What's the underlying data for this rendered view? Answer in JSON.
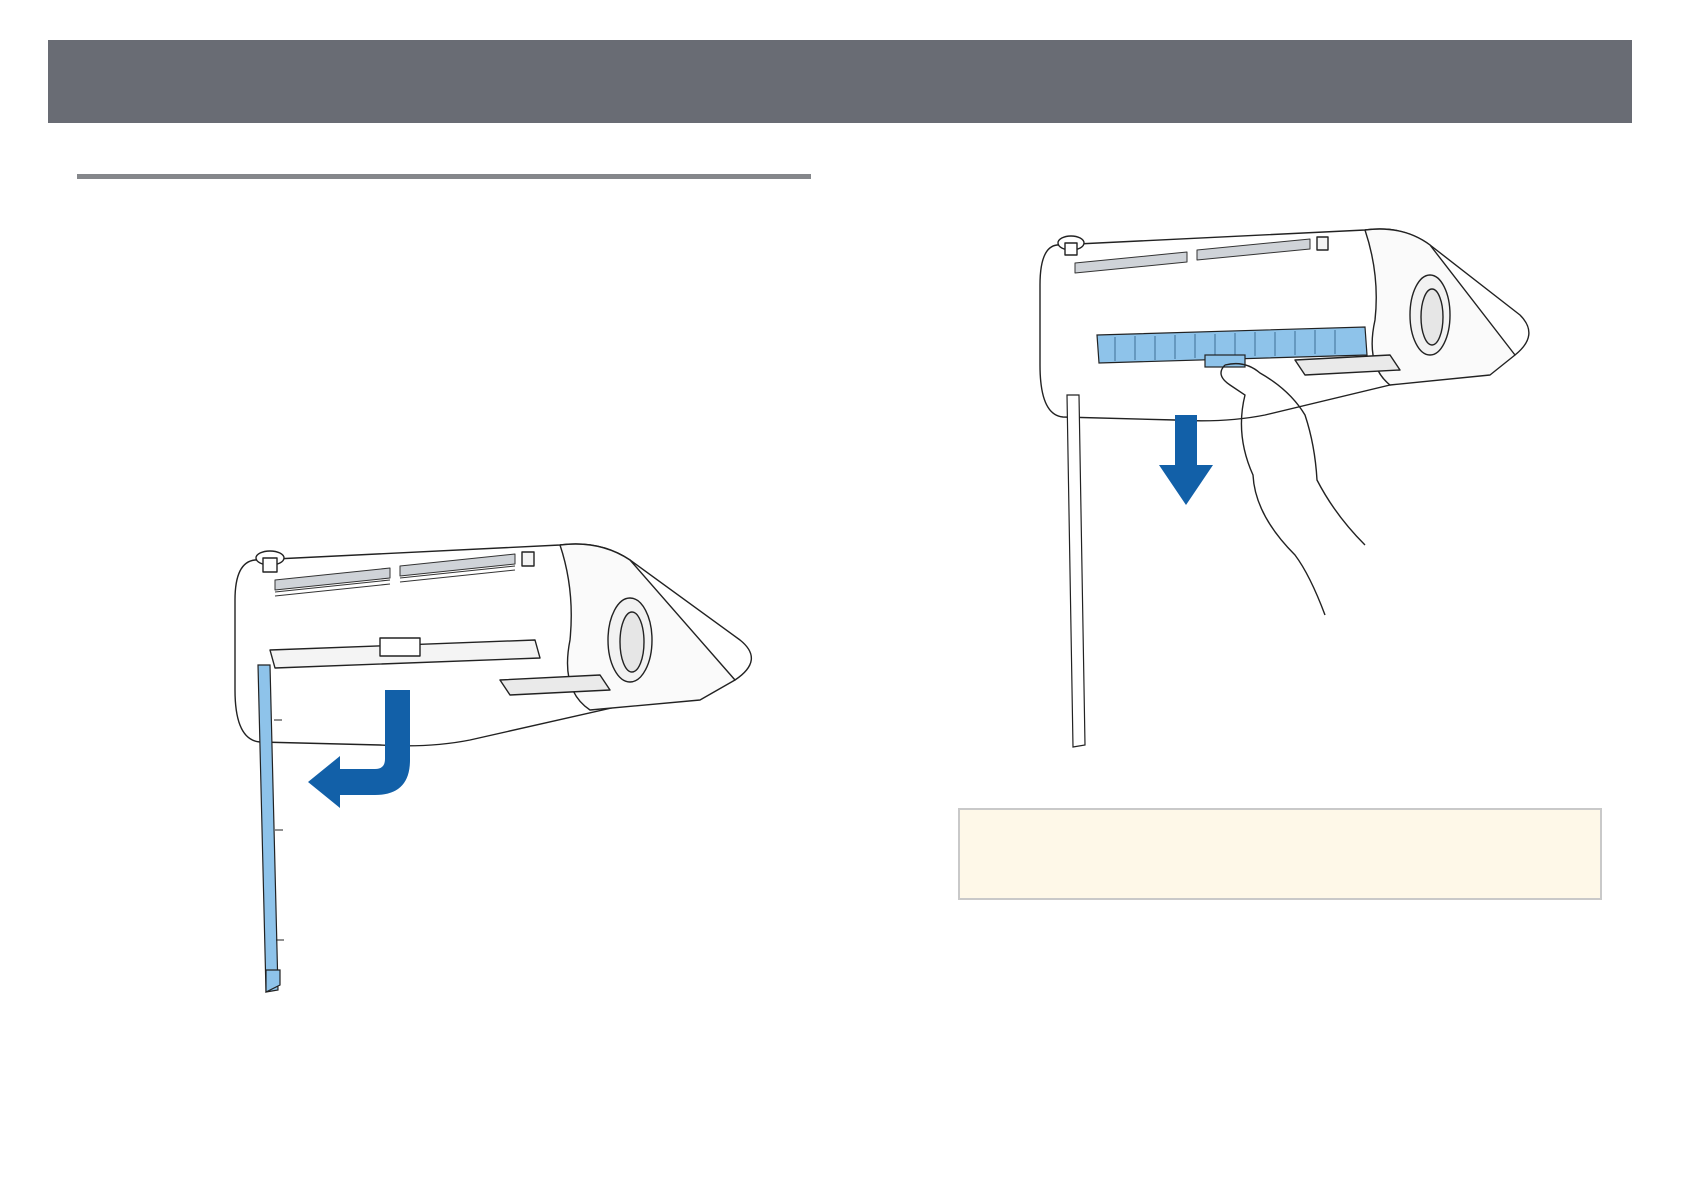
{
  "colors": {
    "header": "#696c74",
    "rule": "#85878b",
    "note_background": "#fef8e8",
    "note_border": "#c9c9c9",
    "highlight_part": "#8ec3ea",
    "arrow": "#1260a8"
  },
  "illustrations": [
    {
      "name": "remove-air-filter-cover",
      "icons": [
        "projector-underside",
        "filter-cover-part",
        "curved-arrow"
      ]
    },
    {
      "name": "pull-out-air-filter",
      "icons": [
        "projector-underside",
        "air-filter-part",
        "hand",
        "down-arrow"
      ]
    }
  ],
  "note": {
    "icon": "none",
    "text": ""
  }
}
